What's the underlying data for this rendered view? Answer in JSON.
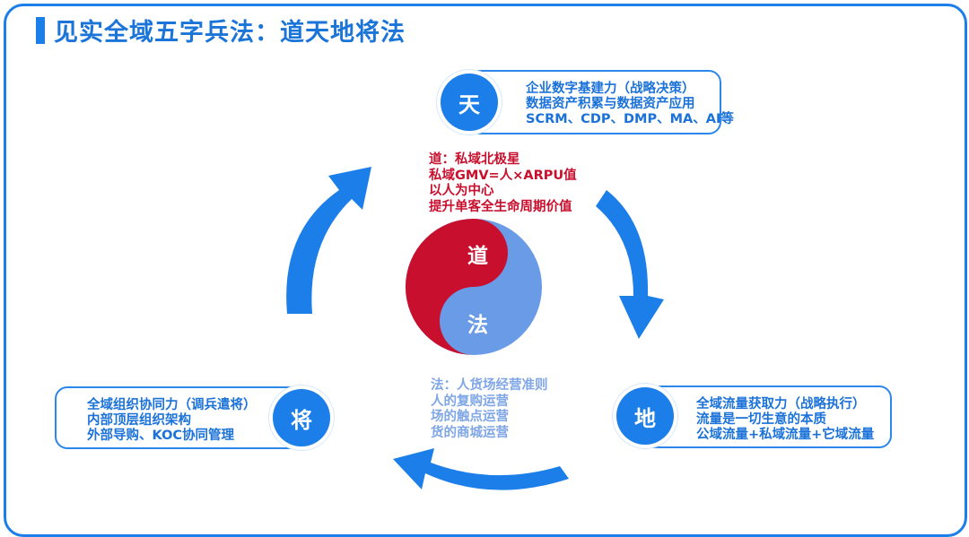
{
  "title": "见实全域五字兵法：道天地将法",
  "colors": {
    "primary": "#1c7ee8",
    "dao_red": "#c8102e",
    "fa_blue": "#6a9be6"
  },
  "tian": {
    "badge": "天",
    "lines": [
      "企业数字基建力（战略决策）",
      "数据资产积累与数据资产应用",
      "SCRM、CDP、DMP、MA、AI等"
    ]
  },
  "di": {
    "badge": "地",
    "lines": [
      "全域流量获取力（战略执行）",
      "流量是一切生意的本质",
      "公域流量+私域流量+它域流量"
    ]
  },
  "jiang": {
    "badge": "将",
    "lines": [
      "全域组织协同力（调兵遣将）",
      "内部顶层组织架构",
      "外部导购、KOC协同管理"
    ]
  },
  "dao": {
    "label": "道",
    "lines": [
      "道：私域北极星",
      "私域GMV=人×ARPU值",
      "以人为中心",
      "提升单客全生命周期价值"
    ]
  },
  "fa": {
    "label": "法",
    "lines": [
      "法：人货场经营准则",
      "人的复购运营",
      "场的触点运营",
      "货的商城运营"
    ]
  }
}
